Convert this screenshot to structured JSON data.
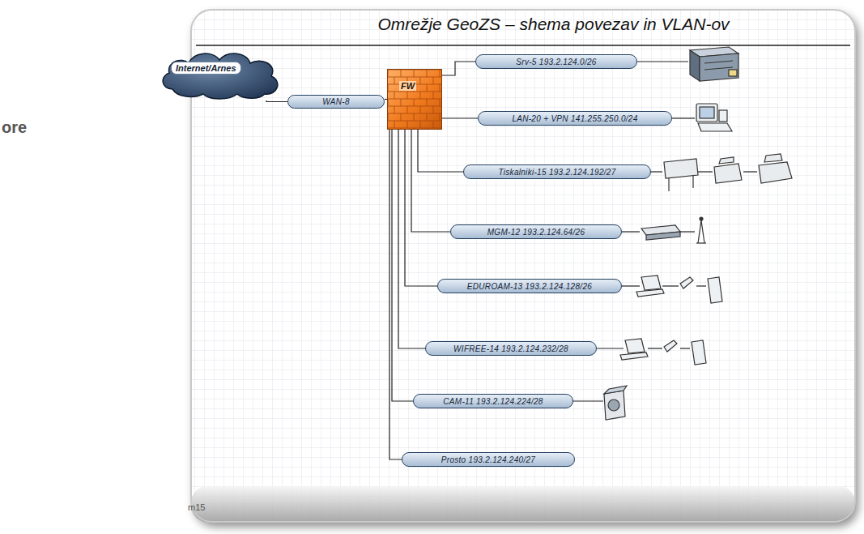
{
  "diagram": {
    "title": "Omrežje GeoZS – shema povezav in VLAN-ov",
    "nodes": [
      {
        "text": [
          "Internet/Arnes"
        ]
      },
      {
        "text": [
          "WAN-8"
        ]
      },
      {
        "text": [
          "FW"
        ]
      },
      {
        "text": [
          "Srv-5 193.2.124.0/26"
        ]
      },
      {
        "text": [
          "LAN-20 + VPN 141.255.250.0/24"
        ]
      },
      {
        "text": [
          "Tiskalniki-15 193.2.124.192/27"
        ]
      },
      {
        "text": [
          "MGM-12 193.2.124.64/26"
        ]
      },
      {
        "text": [
          "EDUROAM-13 193.2.124.128/26"
        ]
      },
      {
        "text": [
          "WIFREE-14 193.2.124.232/28"
        ]
      },
      {
        "text": [
          "CAM-11 193.2.124.224/28"
        ]
      },
      {
        "text": [
          "Prosto 193.2.124.240/27"
        ]
      }
    ],
    "edges": [
      {
        "from": 0,
        "to": 1,
        "arrow": "none"
      },
      {
        "from": 1,
        "to": 2,
        "arrow": "none"
      },
      {
        "from": 2,
        "to": 3,
        "arrow": "none"
      },
      {
        "from": 2,
        "to": 4,
        "arrow": "none"
      },
      {
        "from": 2,
        "to": 5,
        "arrow": "none"
      },
      {
        "from": 2,
        "to": 6,
        "arrow": "none"
      },
      {
        "from": 2,
        "to": 7,
        "arrow": "none"
      },
      {
        "from": 2,
        "to": 8,
        "arrow": "none"
      },
      {
        "from": 2,
        "to": 9,
        "arrow": "none"
      },
      {
        "from": 2,
        "to": 10,
        "arrow": "none"
      }
    ],
    "labels": [
      "ore",
      "m15"
    ]
  }
}
